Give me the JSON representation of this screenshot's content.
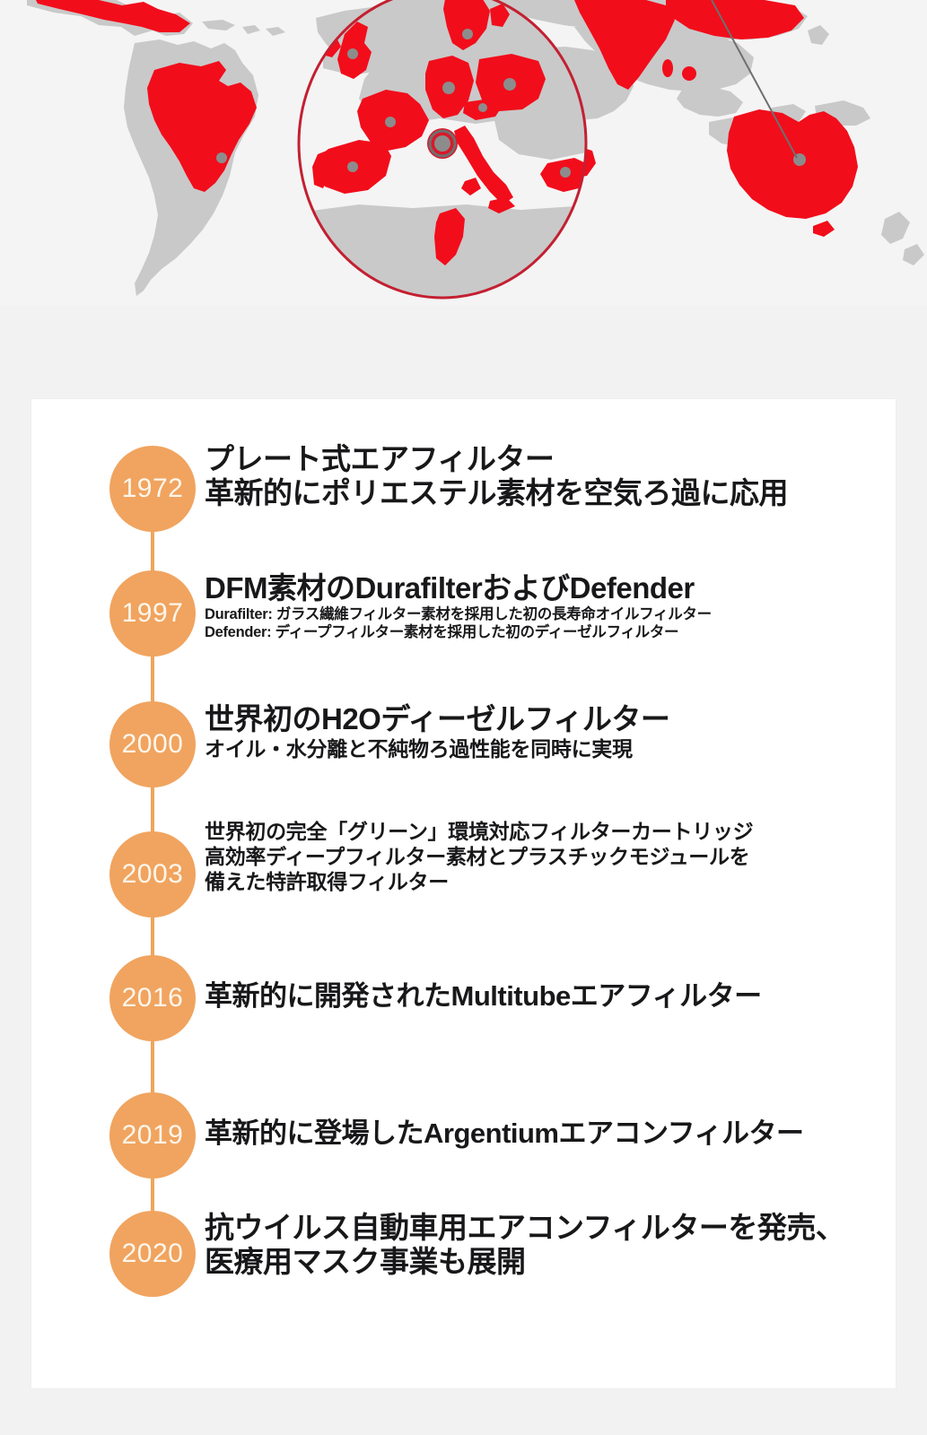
{
  "map": {
    "name": "world-presence-map",
    "background_color": "#f4f4f4",
    "land_color": "#c9c9c9",
    "highlight_color": "#f20d1b",
    "marker_color": "#8c8c8c",
    "inset_ring_color": "#c32031",
    "highlighted_regions": [
      "Mexico",
      "Brazil",
      "United Kingdom",
      "France",
      "Spain",
      "Germany",
      "Poland",
      "Czechia",
      "Italy",
      "Tunisia",
      "Sweden",
      "Norway",
      "Turkey",
      "India",
      "China",
      "Sri Lanka",
      "Singapore",
      "Australia"
    ],
    "inset_label": "europe-zoom-inset"
  },
  "timeline": {
    "accent_color": "#f0a45f",
    "card_background": "#ffffff",
    "page_background": "#f2f2f2",
    "entries": [
      {
        "year": "1972",
        "title": "プレート式エアフィルター\n革新的にポリエステル素材を空気ろ過に応用",
        "subtitle": "",
        "title_size": "xl",
        "sub_size": "sub-m"
      },
      {
        "year": "1997",
        "title": "DFM素材のDurafilterおよびDefender",
        "subtitle": "Durafilter: ガラス繊維フィルター素材を採用した初の長寿命オイルフィルター\nDefender: ディープフィルター素材を採用した初のディーゼルフィルター",
        "title_size": "xl",
        "sub_size": "sub-s"
      },
      {
        "year": "2000",
        "title": "世界初のH2Oディーゼルフィルター",
        "subtitle": "オイル・水分離と不純物ろ過性能を同時に実現",
        "title_size": "xl",
        "sub_size": "sub-l"
      },
      {
        "year": "2003",
        "title": "",
        "subtitle": "世界初の完全「グリーン」環境対応フィルターカートリッジ\n高効率ディープフィルター素材とプラスチックモジュールを\n備えた特許取得フィルター",
        "title_size": "md",
        "sub_size": "sub-l"
      },
      {
        "year": "2016",
        "title": "革新的に開発されたMultitubeエアフィルター",
        "subtitle": "",
        "title_size": "lg",
        "sub_size": "sub-m"
      },
      {
        "year": "2019",
        "title": "革新的に登場したArgentiumエアコンフィルター",
        "subtitle": "",
        "title_size": "lg",
        "sub_size": "sub-m"
      },
      {
        "year": "2020",
        "title": "抗ウイルス自動車用エアコンフィルターを発売、\n医療用マスク事業も展開",
        "subtitle": "",
        "title_size": "xl",
        "sub_size": "sub-m"
      }
    ]
  }
}
